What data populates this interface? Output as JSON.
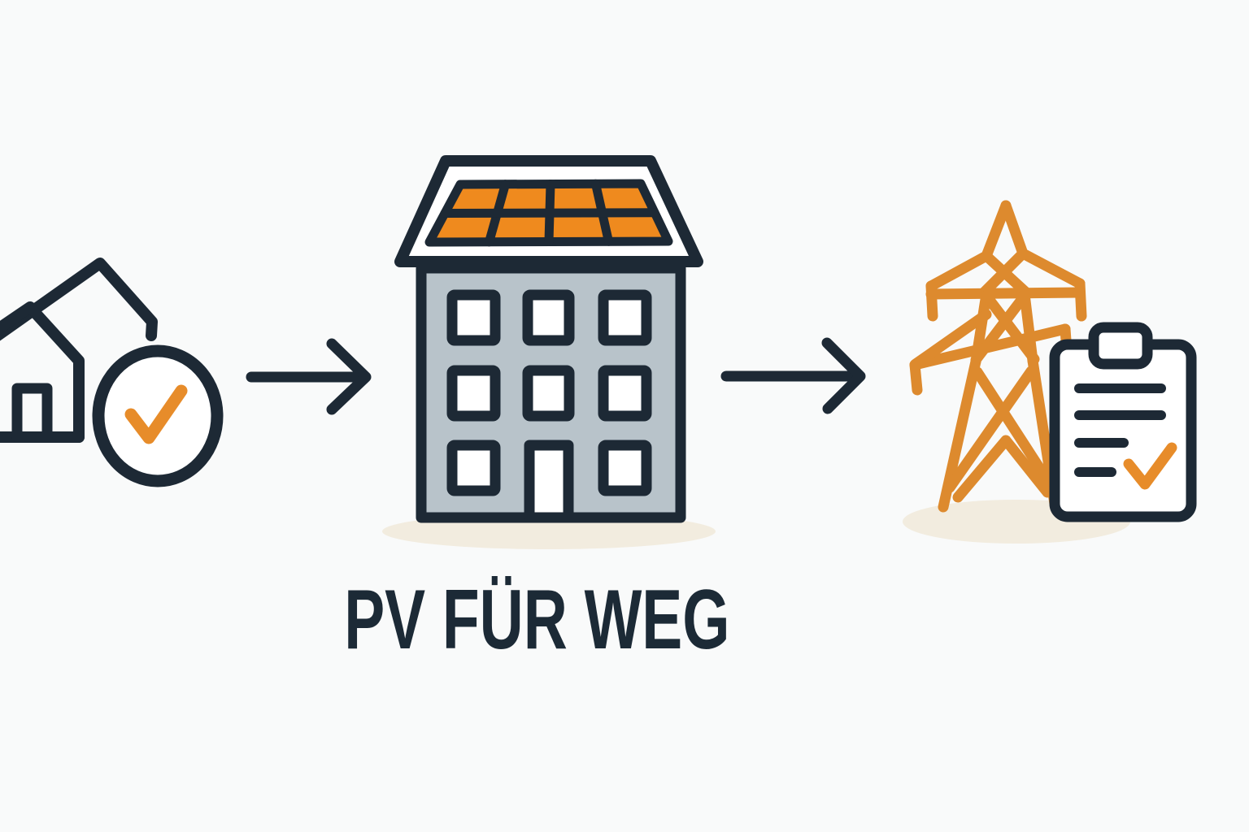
{
  "title": {
    "label": "PV FÜR WEG"
  },
  "colors": {
    "background": "#f9fafa",
    "ink": "#1d2935",
    "ink_title": "#1c2a36",
    "orange_accent": "#dd8a2e",
    "orange_panel": "#ef8a1e",
    "orange_check": "#e78c2a",
    "facade_gray": "#b8c3ca",
    "shadow_cream": "#f2ecdf",
    "white": "#ffffff"
  },
  "flow": {
    "steps": [
      {
        "id": "eligible-home",
        "icons": [
          "house-icon",
          "check-circle-icon",
          "checkmark-icon"
        ]
      },
      {
        "id": "apartment-building-with-pv",
        "icons": [
          "apartment-building-icon",
          "solar-panel-icon",
          "window-icon",
          "door-icon"
        ]
      },
      {
        "id": "grid-connection-checklist",
        "icons": [
          "transmission-tower-icon",
          "clipboard-icon",
          "checkmark-icon"
        ]
      }
    ],
    "connectors": [
      {
        "icon": "arrow-right-icon"
      },
      {
        "icon": "arrow-right-icon"
      }
    ]
  }
}
